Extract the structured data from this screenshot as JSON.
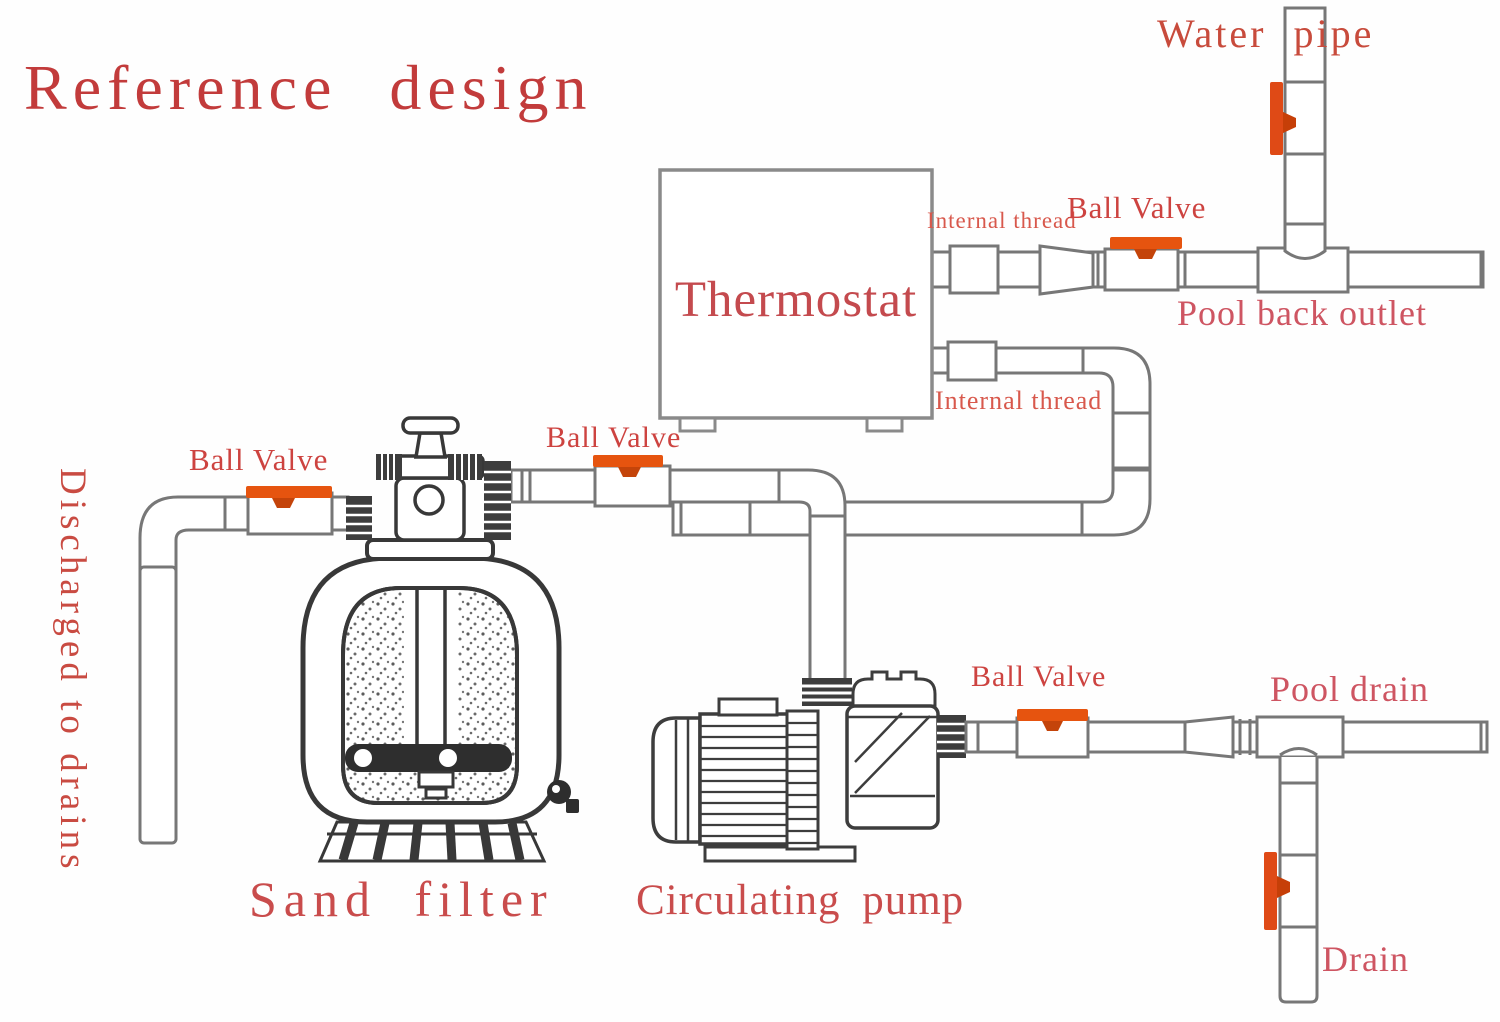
{
  "title": "Reference design",
  "labels": {
    "water_pipe": "Water pipe",
    "internal_thread_top": "Internal thread",
    "ball_valve_top": "Ball Valve",
    "pool_back_outlet": "Pool back outlet",
    "thermostat": "Thermostat",
    "internal_thread_bottom": "Internal thread",
    "ball_valve_filter": "Ball Valve",
    "ball_valve_left": "Ball Valve",
    "discharged_to_drains": "Discharged to drains",
    "sand_filter": "Sand filter",
    "circulating_pump": "Circulating pump",
    "ball_valve_pump": "Ball Valve",
    "pool_drain": "Pool drain",
    "drain": "Drain"
  },
  "components": [
    "thermostat",
    "sand-filter",
    "multiport-valve",
    "circulating-pump",
    "ball-valve-top-line",
    "ball-valve-filter-line",
    "ball-valve-left-line",
    "ball-valve-pump-line",
    "water-pipe-valve",
    "drain-valve"
  ],
  "colors": {
    "title_red": "#c23b3b",
    "label_red": "#cd4340",
    "label_rose": "#ce5562",
    "valve_orange": "#e6540f",
    "valve_orange_dark": "#c4440a",
    "pipe_gray": "#777777",
    "equipment_dark": "#3d3d3d",
    "background": "#fefefe"
  }
}
